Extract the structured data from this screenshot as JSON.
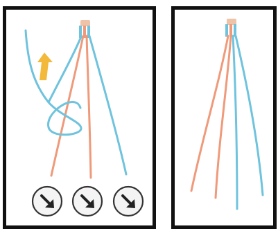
{
  "palette": {
    "frame": "#111111",
    "background": "#ffffff",
    "strand_orange": "#ef9a7a",
    "strand_blue": "#6fc3dd",
    "arrow_yellow": "#f2b93a",
    "direction_button_fill": "#f4f4f4",
    "direction_button_stroke": "#333333",
    "direction_arrow": "#222222"
  },
  "panels": [
    {
      "id": "step-1",
      "strands": [
        {
          "color": "blue",
          "role": "left-strand-crossing-over-and-looping"
        },
        {
          "color": "orange",
          "role": "center-left-strand"
        },
        {
          "color": "orange",
          "role": "center-strand"
        },
        {
          "color": "blue",
          "role": "right-strand"
        }
      ],
      "hint_arrow": {
        "icon": "arrow-up-icon",
        "color": "yellow"
      },
      "pull_direction_buttons": [
        {
          "icon": "arrow-down-right-icon"
        },
        {
          "icon": "arrow-down-right-icon"
        },
        {
          "icon": "arrow-down-right-icon"
        }
      ]
    },
    {
      "id": "step-2",
      "strands": [
        {
          "color": "orange",
          "role": "outer-left-strand"
        },
        {
          "color": "orange",
          "role": "inner-left-strand"
        },
        {
          "color": "blue",
          "role": "inner-right-strand"
        },
        {
          "color": "blue",
          "role": "outer-right-strand"
        }
      ]
    }
  ]
}
